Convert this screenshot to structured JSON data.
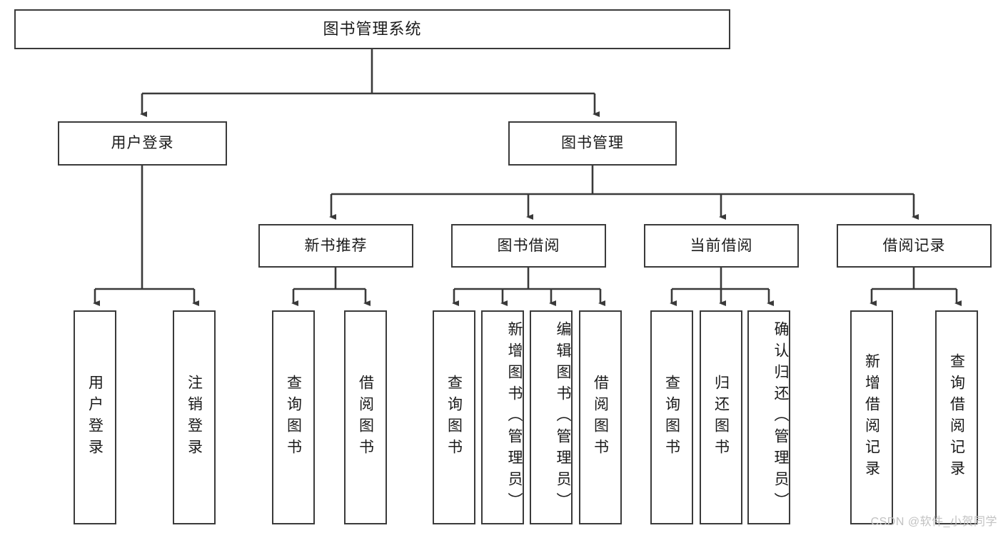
{
  "diagram": {
    "title": "图书管理系统",
    "type": "hierarchy-tree",
    "watermark": "CSDN @软件_小贺同学",
    "colors": {
      "box_border": "#3a3a3a",
      "box_fill": "#ffffff",
      "line": "#3a3a3a",
      "text": "#1a1a1a",
      "watermark": "#c2c2c2"
    },
    "levels": {
      "root": {
        "label": "图书管理系统"
      },
      "level1": [
        {
          "label": "用户登录"
        },
        {
          "label": "图书管理"
        }
      ],
      "level2": [
        {
          "label": "新书推荐"
        },
        {
          "label": "图书借阅"
        },
        {
          "label": "当前借阅"
        },
        {
          "label": "借阅记录"
        }
      ],
      "leaves": [
        {
          "label": "用户登录",
          "parent": "用户登录"
        },
        {
          "label": "注销登录",
          "parent": "用户登录"
        },
        {
          "label": "查询图书",
          "parent": "新书推荐"
        },
        {
          "label": "借阅图书",
          "parent": "新书推荐"
        },
        {
          "label": "查询图书",
          "parent": "图书借阅"
        },
        {
          "label": "新增图书（管理员）",
          "parent": "图书借阅"
        },
        {
          "label": "编辑图书（管理员）",
          "parent": "图书借阅"
        },
        {
          "label": "借阅图书",
          "parent": "图书借阅"
        },
        {
          "label": "查询图书",
          "parent": "当前借阅"
        },
        {
          "label": "归还图书",
          "parent": "当前借阅"
        },
        {
          "label": "确认归还（管理员）",
          "parent": "当前借阅"
        },
        {
          "label": "新增借阅记录",
          "parent": "借阅记录"
        },
        {
          "label": "查询借阅记录",
          "parent": "借阅记录"
        }
      ]
    }
  }
}
